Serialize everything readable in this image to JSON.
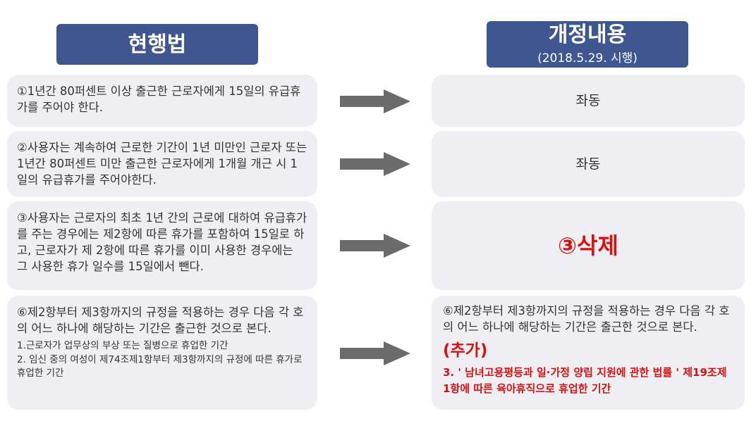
{
  "headers": {
    "left": "현행법",
    "right_title": "개정내용",
    "right_subtitle": "(2018.5.29. 시행)"
  },
  "rows": [
    {
      "left": "①1년간 80퍼센트 이상 출근한 근로자에게 15일의 유급휴가를 주어야 한다.",
      "right": "좌동"
    },
    {
      "left": "②사용자는 계속하여 근로한 기간이 1년 미만인 근로자 또는 1년간 80퍼센트 미만 출근한 근로자에게 1개월 개근 시 1일의 유급휴가를 주어야한다.",
      "right": "좌동"
    },
    {
      "left": "③사용자는 근로자의 최초 1년 간의 근로에 대하여 유급휴가를 주는 경우에는 제2항에 따른 휴가를 포함하여 15일로 하고, 근로자가 제 2항에 따른 휴가를 이미 사용한 경우에는 그 사용한 휴가 일수를 15일에서 뺀다.",
      "right": "③삭제"
    },
    {
      "left": "⑥제2항부터 제3항까지의 규정을 적용하는 경우 다음 각 호의 어느 하나에 해당하는 기간은 출근한 것으로 본다.",
      "left_items": [
        "1.근로자가 업무상의 부상 또는 질병으로 휴업한 기간",
        "2. 임신 중의 여성이 제74조제1항부터 제3항까지의 규정에 따른 휴가로 휴업한 기간"
      ],
      "right": "⑥제2항부터 제3항까지의 규정을 적용하는 경우 다음 각 호의 어느 하나에 해당하는 기간은 출근한 것으로 본다.",
      "right_added_label": "(추가)",
      "right_added_item": "3. ' 남녀고용평등과 일·가정 양립 지원에 관한 법률 ' 제19조제1항에 따른 육아휴직으로 휴업한 기간"
    }
  ],
  "colors": {
    "header_bg": "#3f5690",
    "box_bg": "#efeff3",
    "arrow": "#6b6b6b",
    "highlight": "#d51212"
  }
}
